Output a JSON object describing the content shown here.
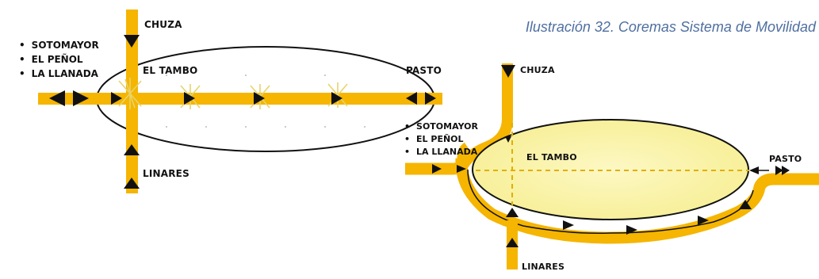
{
  "caption": "Ilustración 32. Coremas Sistema de Movilidad",
  "colors": {
    "road": "#f5b500",
    "arrow": "#111111",
    "ellipse_fill": "#faf3a6",
    "ellipse_stroke": "#111111",
    "caption": "#4f6fa0",
    "spark": "#e8d46a"
  },
  "diagram1": {
    "north": "CHUZA",
    "south": "LINARES",
    "center": "EL TAMBO",
    "east": "PASTO",
    "west": [
      "SOTOMAYOR",
      "EL PEÑOL",
      "LA LLANADA"
    ]
  },
  "diagram2": {
    "north": "CHUZA",
    "south": "LINARES",
    "center": "EL TAMBO",
    "east": "PASTO",
    "west": [
      "SOTOMAYOR",
      "EL PEÑOL",
      "LA LLANADA"
    ]
  }
}
